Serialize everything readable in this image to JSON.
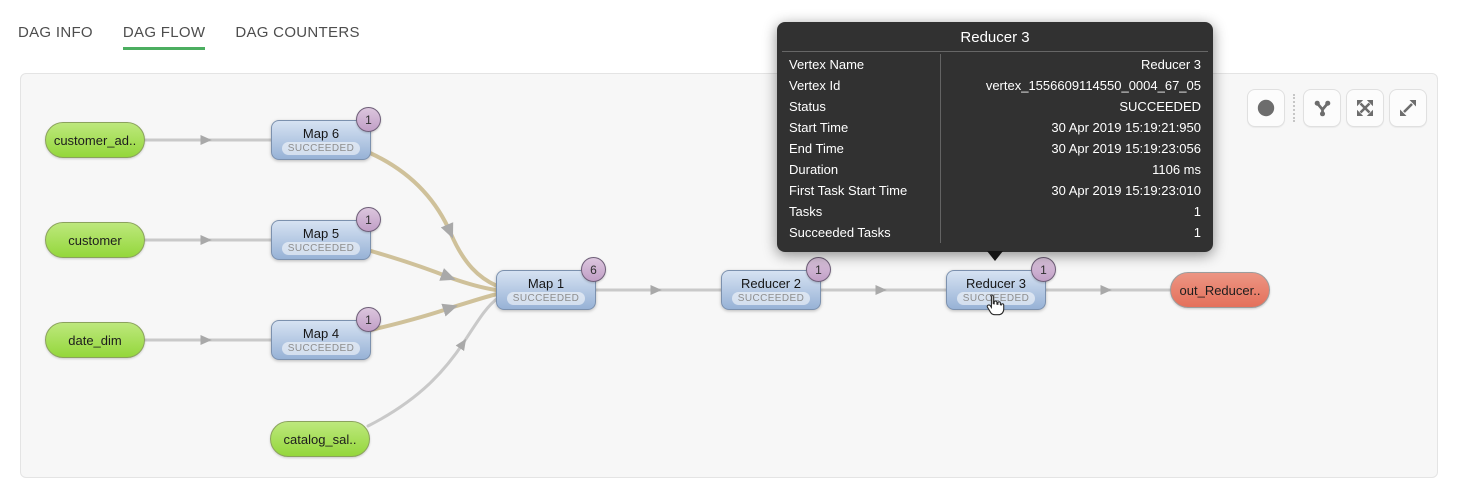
{
  "tabs": [
    {
      "label": "DAG INFO",
      "active": false
    },
    {
      "label": "DAG FLOW",
      "active": true
    },
    {
      "label": "DAG COUNTERS",
      "active": false
    }
  ],
  "toolbar": {
    "buttons": [
      {
        "icon": "circle-icon"
      },
      {
        "icon": "fork-icon"
      },
      {
        "icon": "fit-to-screen-icon"
      },
      {
        "icon": "fullscreen-icon"
      }
    ]
  },
  "graph": {
    "sources": [
      {
        "label": "customer_ad.."
      },
      {
        "label": "customer"
      },
      {
        "label": "date_dim"
      },
      {
        "label": "catalog_sal.."
      }
    ],
    "vertices": [
      {
        "name": "Map 6",
        "status": "SUCCEEDED",
        "badge": "1"
      },
      {
        "name": "Map 5",
        "status": "SUCCEEDED",
        "badge": "1"
      },
      {
        "name": "Map 4",
        "status": "SUCCEEDED",
        "badge": "1"
      },
      {
        "name": "Map 1",
        "status": "SUCCEEDED",
        "badge": "6"
      },
      {
        "name": "Reducer 2",
        "status": "SUCCEEDED",
        "badge": "1"
      },
      {
        "name": "Reducer 3",
        "status": "SUCCEEDED",
        "badge": "1"
      }
    ],
    "sink": {
      "label": "out_Reducer.."
    }
  },
  "tooltip": {
    "title": "Reducer 3",
    "rows": [
      {
        "label": "Vertex Name",
        "value": "Reducer 3"
      },
      {
        "label": "Vertex Id",
        "value": "vertex_1556609114550_0004_67_05"
      },
      {
        "label": "Status",
        "value": "SUCCEEDED"
      },
      {
        "label": "Start Time",
        "value": "30 Apr 2019 15:19:21:950"
      },
      {
        "label": "End Time",
        "value": "30 Apr 2019 15:19:23:056"
      },
      {
        "label": "Duration",
        "value": "1106 ms"
      },
      {
        "label": "First Task Start Time",
        "value": "30 Apr 2019 15:19:23:010"
      },
      {
        "label": "Tasks",
        "value": "1"
      },
      {
        "label": "Succeeded Tasks",
        "value": "1"
      }
    ]
  },
  "colors": {
    "tab_active_underline": "#4cae60",
    "source_node_fill": "#9ed54a",
    "vertex_node_fill_top": "#d6e2f2",
    "vertex_node_fill_bottom": "#97b2d6",
    "sink_node_fill": "#e8806c",
    "badge_fill": "#c9a8cd",
    "edge_gray": "#c9c9c9",
    "edge_khaki": "#cfc19a",
    "tooltip_bg": "#2a2a2a"
  }
}
